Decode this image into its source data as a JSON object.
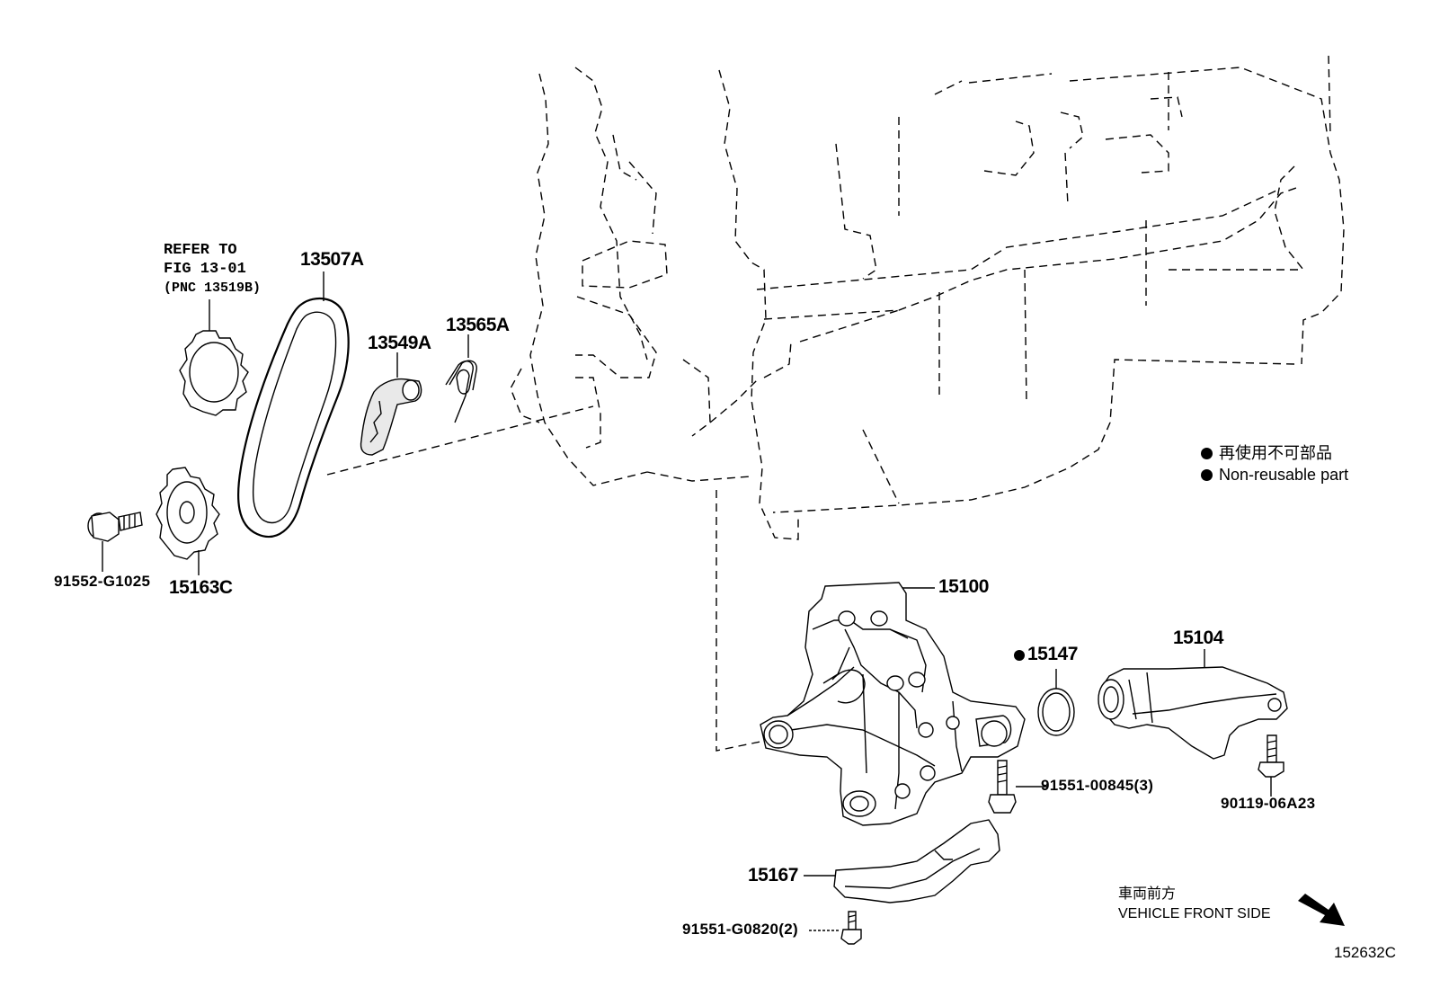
{
  "refer": {
    "line1": "REFER TO",
    "line2": "FIG 13-01",
    "line3": "(PNC 13519B)"
  },
  "parts": {
    "p13507A": "13507A",
    "p13549A": "13549A",
    "p13565A": "13565A",
    "p91552": "91552-G1025",
    "p15163C": "15163C",
    "p15100": "15100",
    "p15147": "15147",
    "p15104": "15104",
    "p91551_00845": "91551-00845(3)",
    "p90119": "90119-06A23",
    "p15167": "15167",
    "p91551_G0820": "91551-G0820(2)"
  },
  "legend": {
    "jp": "再使用不可部品",
    "en": "Non-reusable part"
  },
  "direction": {
    "jp": "車両前方",
    "en": "VEHICLE FRONT SIDE"
  },
  "figure_id": "152632C",
  "icons": [
    "non-reusable-dot-icon",
    "front-direction-arrow-icon"
  ]
}
